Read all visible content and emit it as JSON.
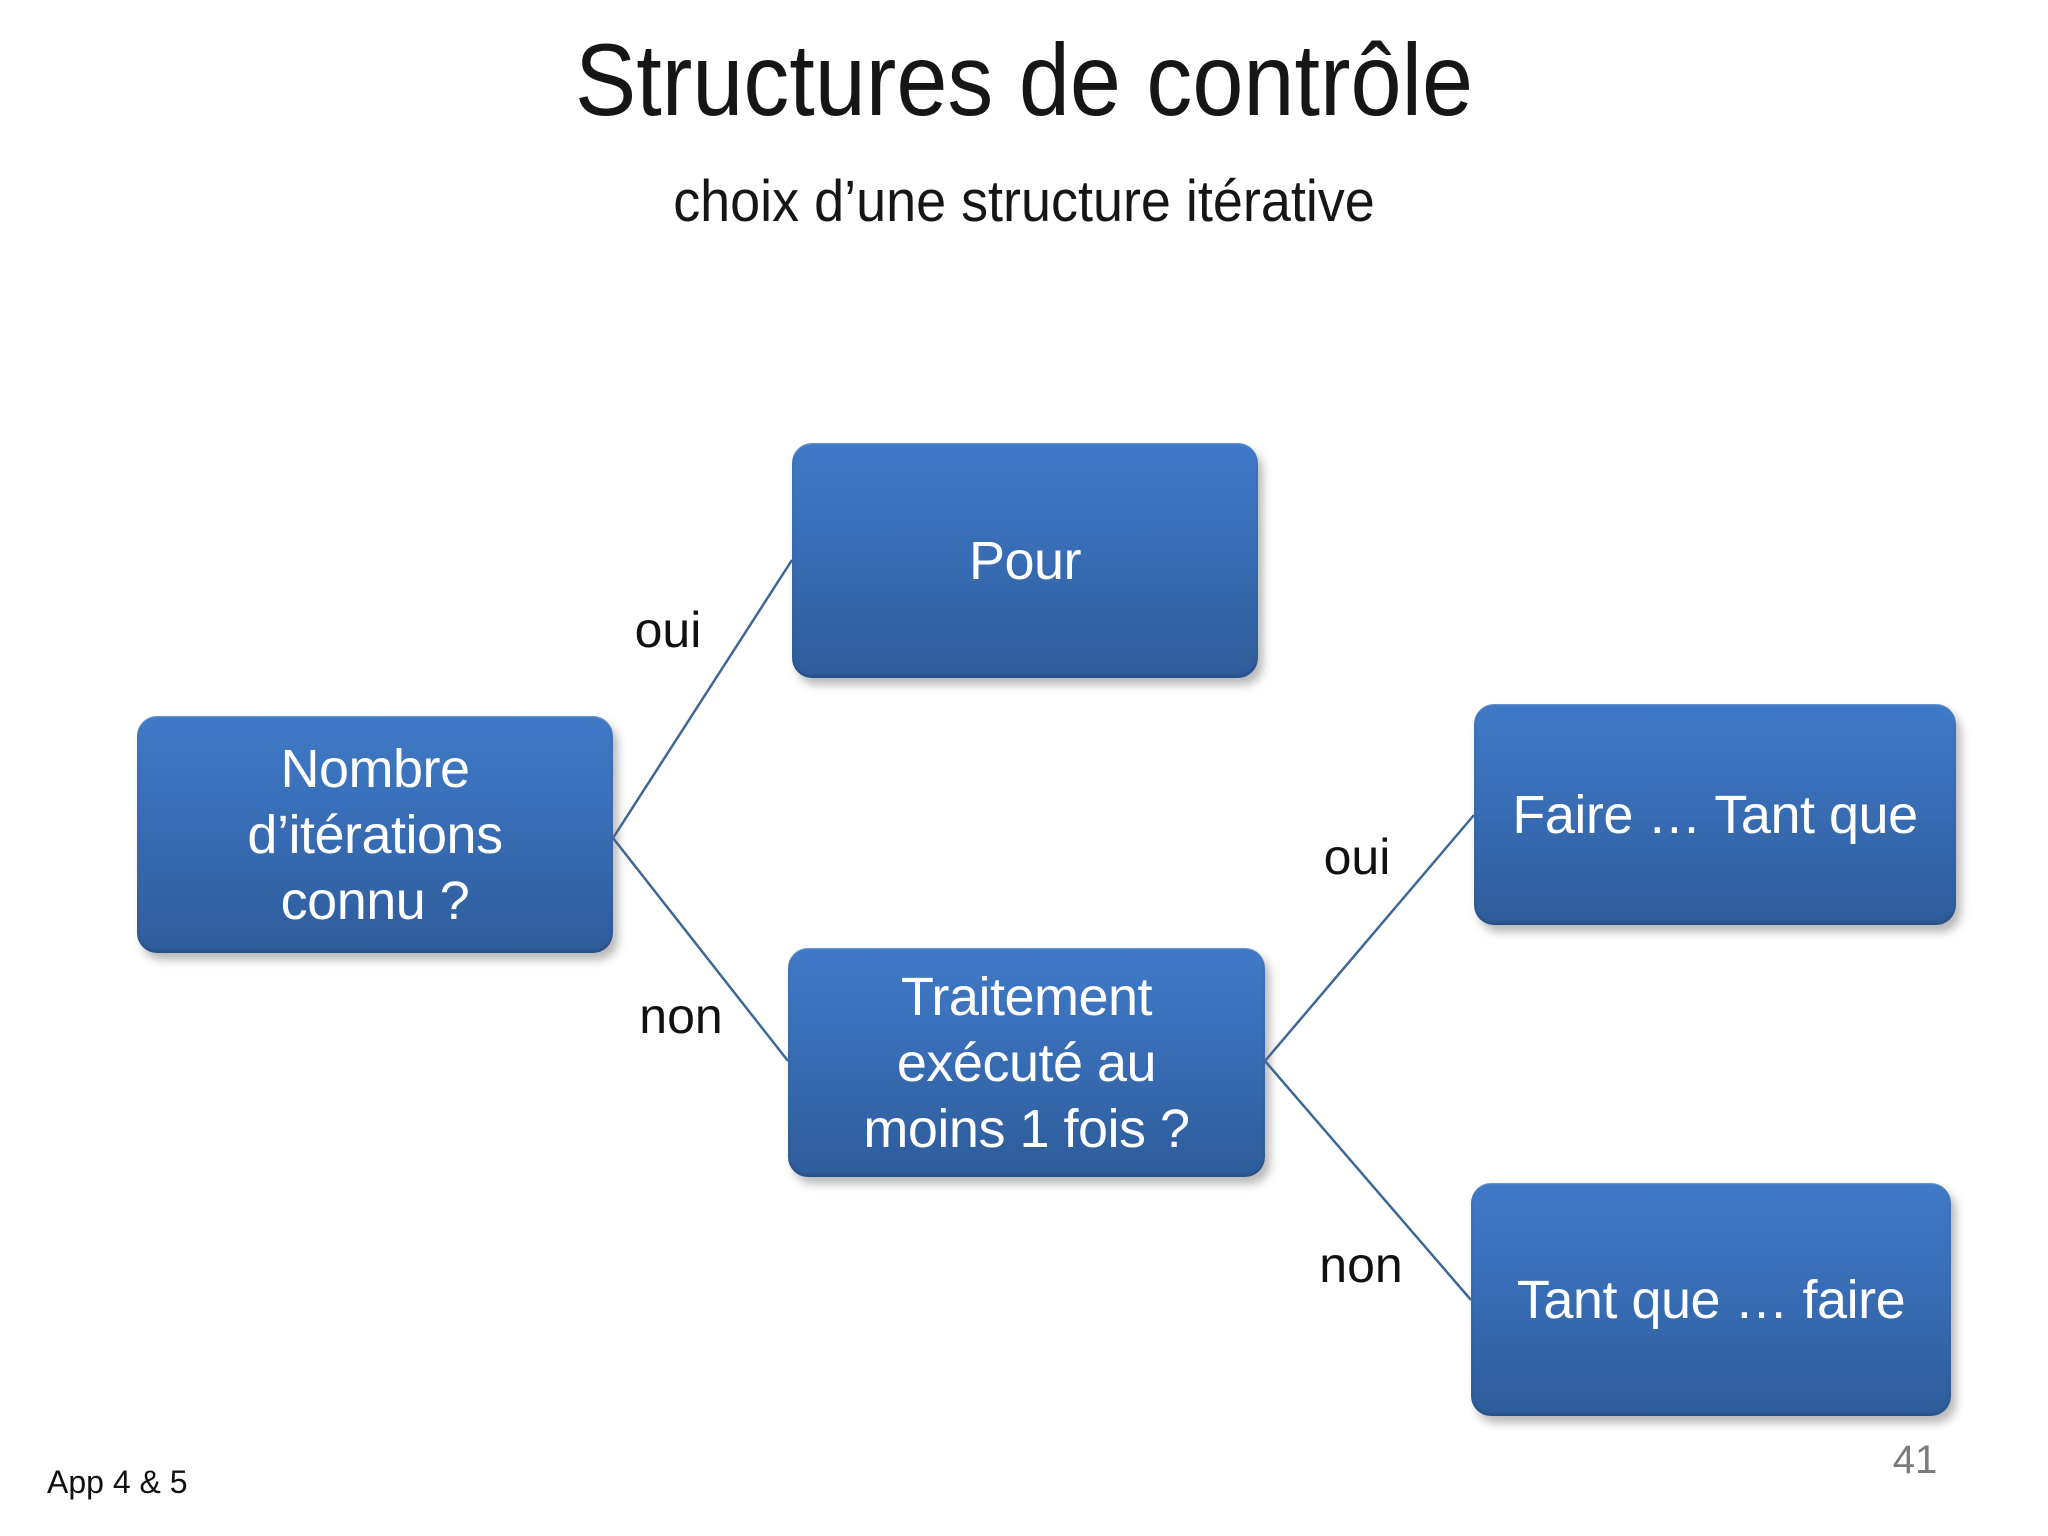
{
  "slide": {
    "title": "Structures de contrôle",
    "subtitle": "choix d’une structure itérative",
    "footer": "App 4 & 5",
    "page_number": "41"
  },
  "diagram": {
    "type": "decision-tree",
    "nodes": [
      {
        "id": "iterations-connu",
        "lines": [
          "Nombre",
          "d’itérations",
          "connu ?"
        ]
      },
      {
        "id": "pour",
        "lines": [
          "Pour"
        ]
      },
      {
        "id": "traitement-1-fois",
        "lines": [
          "Traitement",
          "exécuté au",
          "moins 1 fois ?"
        ]
      },
      {
        "id": "faire-tant-que",
        "lines": [
          "Faire … Tant que"
        ]
      },
      {
        "id": "tant-que-faire",
        "lines": [
          "Tant que … faire"
        ]
      }
    ],
    "edges": [
      {
        "from": "iterations-connu",
        "to": "pour",
        "label": "oui"
      },
      {
        "from": "iterations-connu",
        "to": "traitement-1-fois",
        "label": "non"
      },
      {
        "from": "traitement-1-fois",
        "to": "faire-tant-que",
        "label": "oui"
      },
      {
        "from": "traitement-1-fois",
        "to": "tant-que-faire",
        "label": "non"
      }
    ],
    "colors": {
      "node_gradient_top": "#4079c6",
      "node_gradient_bottom": "#2e5c9a",
      "connector_line": "#3e6699",
      "node_text": "#ffffff",
      "title_text": "#161616",
      "page_number_text": "#7c7c7c"
    }
  }
}
